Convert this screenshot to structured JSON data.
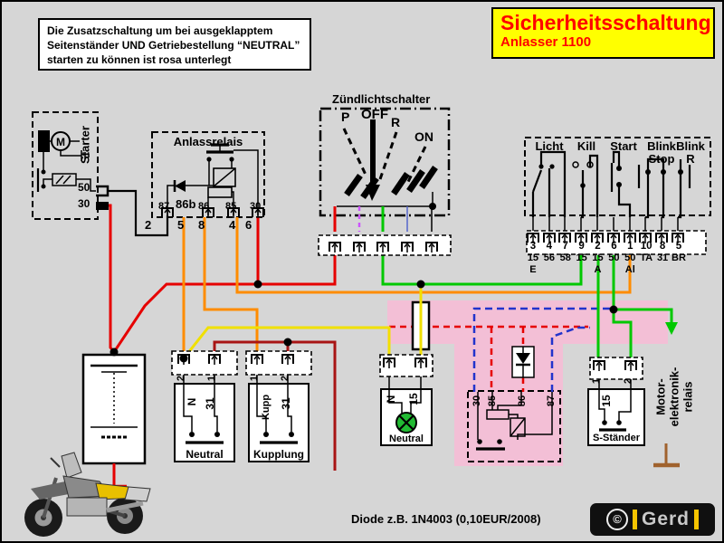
{
  "note": {
    "text": "Die Zusatzschaltung um bei ausgeklapptem\nSeitenständer UND Getriebestellung “NEUTRAL”\nstarten zu können ist rosa unterlegt"
  },
  "title": {
    "main": "Sicherheitsschaltung",
    "sub": "Anlasser 1100"
  },
  "colors": {
    "title_bg": "#ffff00",
    "title_text": "#ff0000",
    "pink_highlight": "#f3bfd6",
    "wire_red": "#e60000",
    "wire_dark_red": "#a81414",
    "wire_orange": "#ff8c00",
    "wire_yellow": "#f0e000",
    "wire_green": "#00c800",
    "wire_blue_dashed": "#2233cc",
    "wire_violet": "#cc55ff",
    "wire_blue_thin": "#5566cc",
    "ground_brown": "#a0622d",
    "lamp_green": "#22bb33"
  },
  "starter": {
    "label": "Starter",
    "motor": "M",
    "terminals": [
      "50",
      "30"
    ]
  },
  "anlassrelais": {
    "label": "Anlassrelais",
    "inner_terminal": "86b",
    "terminals": [
      "87",
      "86",
      "85",
      "30"
    ],
    "pins": [
      "2",
      "5",
      "8",
      "4",
      "6"
    ]
  },
  "zuendlichtschalter": {
    "label": "Zündlichtschalter",
    "positions": [
      "P",
      "OFF",
      "R",
      "ON"
    ]
  },
  "handlebar": {
    "switches": [
      "Licht",
      "Kill",
      "Start",
      "Blink\nStop",
      "Blink\nR"
    ]
  },
  "connector": {
    "pins": [
      "3",
      "4",
      "7",
      "9",
      "2",
      "6",
      "1",
      "10",
      "8",
      "5"
    ],
    "codes": [
      "15",
      "56",
      "58",
      "15",
      "15",
      "50",
      "50",
      "TA",
      "31",
      "BR"
    ],
    "subs": [
      "E",
      "",
      "",
      "",
      "A",
      "",
      "Al",
      "",
      "",
      ""
    ]
  },
  "neutral_switch": {
    "conn": [
      "2",
      "1"
    ],
    "t1": "N",
    "t2": "31",
    "caption": "Neutral"
  },
  "kupplung_switch": {
    "conn": [
      "1",
      "2"
    ],
    "t1": "Kupp",
    "t2": "31",
    "caption": "Kupplung"
  },
  "neutral_lamp": {
    "t1": "N",
    "t2": "15",
    "caption": "Neutral"
  },
  "sstaender_switch": {
    "conn": [
      "1",
      "2"
    ],
    "t1": "15",
    "caption": "S-Ständer"
  },
  "pink_relay": {
    "terminals": [
      "30",
      "85",
      "86",
      "87"
    ]
  },
  "motor_relais": {
    "label": "Motor-\nelektronik-\nrelais"
  },
  "footer": {
    "diode_note": "Diode z.B. 1N4003 (0,10EUR/2008)",
    "copyright": "©",
    "logo": "Gerd"
  }
}
